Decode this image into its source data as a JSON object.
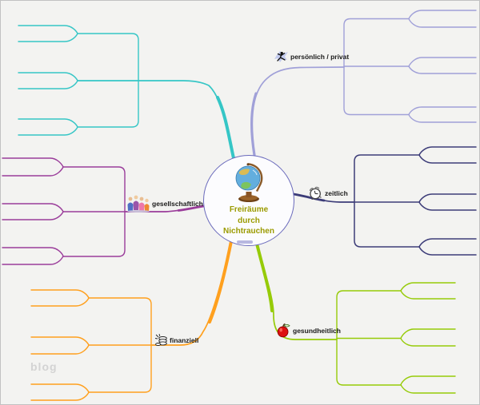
{
  "canvas": {
    "background": "#f3f3f1",
    "border_color": "#c2c2c2",
    "watermark": "blog"
  },
  "root": {
    "title_line1": "Freiräume",
    "title_line2": "durch",
    "title_line3": "Nichtrauchen",
    "text_color": "#9b9b00",
    "circle_border_color": "#6a6abc",
    "icon": "globe-icon"
  },
  "branches": {
    "unnamed_top_left": {
      "label": "",
      "color": "#35c6c6",
      "children_count": 3
    },
    "persoenlich": {
      "label": "persönlich / privat",
      "color": "#a0a0d8",
      "icon": "dancer-icon",
      "children_count": 3
    },
    "zeitlich": {
      "label": "zeitlich",
      "color": "#3c3c78",
      "icon": "clock-icon",
      "children_count": 3
    },
    "gesundheitlich": {
      "label": "gesundheitlich",
      "color": "#96cb08",
      "icon": "apple-icon",
      "children_count": 3
    },
    "finanziell": {
      "label": "finanziell",
      "color": "#ffa01e",
      "icon": "coins-icon",
      "children_count": 3
    },
    "gesellschaftlich": {
      "label": "gesellschaftlich",
      "color": "#9a3c9a",
      "icon": "people-icon",
      "children_count": 3
    }
  },
  "label_text_color": "#1a1a1a"
}
